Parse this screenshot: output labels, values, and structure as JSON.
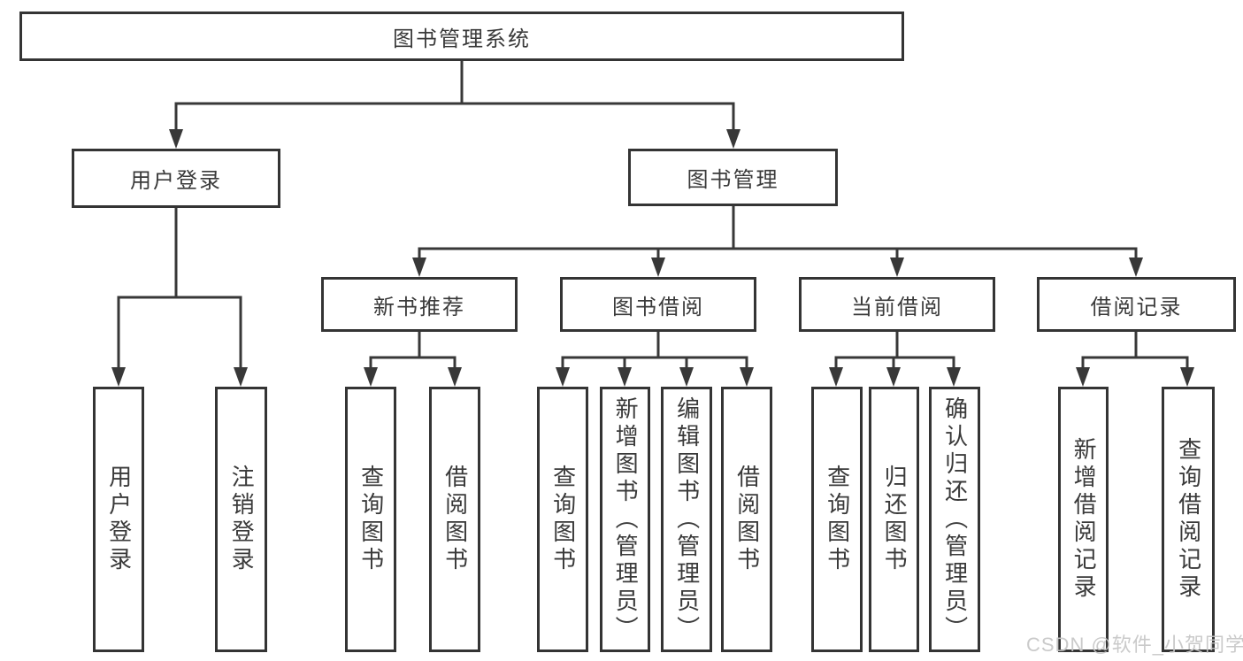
{
  "tree": {
    "root": {
      "label": "图书管理系统"
    },
    "level2": [
      {
        "label": "用户登录"
      },
      {
        "label": "图书管理"
      }
    ],
    "level3": [
      {
        "label": "新书推荐"
      },
      {
        "label": "图书借阅"
      },
      {
        "label": "当前借阅"
      },
      {
        "label": "借阅记录"
      }
    ],
    "leaves": [
      {
        "label": "用户登录"
      },
      {
        "label": "注销登录"
      },
      {
        "label": "查询图书"
      },
      {
        "label": "借阅图书"
      },
      {
        "label": "查询图书"
      },
      {
        "label": "新增图书（管理员）"
      },
      {
        "label": "编辑图书（管理员）"
      },
      {
        "label": "借阅图书"
      },
      {
        "label": "查询图书"
      },
      {
        "label": "归还图书"
      },
      {
        "label": "确认归还（管理员）"
      },
      {
        "label": "新增借阅记录"
      },
      {
        "label": "查询借阅记录"
      }
    ]
  },
  "watermark": {
    "text": "CSDN @软件_小贺同学"
  },
  "colors": {
    "line": "#383838",
    "box_border": "#343434",
    "text": "#3a3a3a",
    "watermark": "#c6c6c6",
    "background": "#ffffff"
  }
}
